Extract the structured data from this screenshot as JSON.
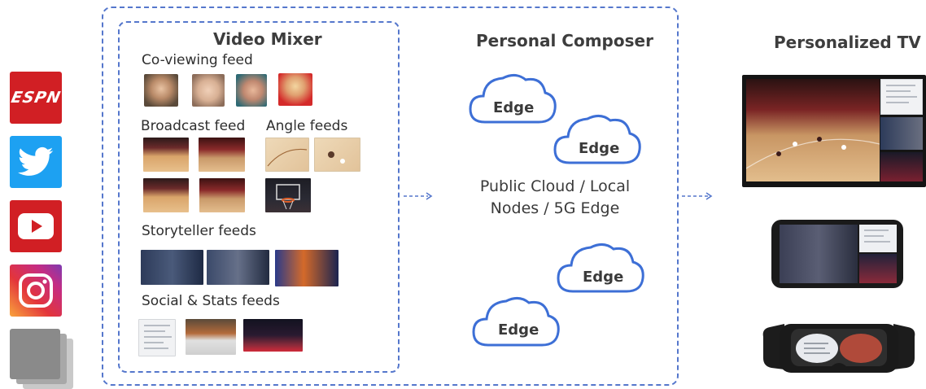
{
  "sources": [
    {
      "name": "ESPN",
      "logo_text": "ESPN",
      "color": "#d11f24"
    },
    {
      "name": "Twitter",
      "icon": "bird-icon",
      "color": "#1da1f2"
    },
    {
      "name": "YouTube",
      "icon": "play-icon",
      "color": "#d11f24"
    },
    {
      "name": "Instagram",
      "icon": "camera-icon",
      "color": "#e3353b"
    },
    {
      "name": "Other",
      "icon": "stacked-layers-icon",
      "color": "#8a8a8a"
    }
  ],
  "video_mixer": {
    "title": "Video Mixer",
    "co_viewing_label": "Co-viewing feed",
    "broadcast_label": "Broadcast feed",
    "angle_label": "Angle  feeds",
    "storyteller_label": "Storyteller feeds",
    "social_label": "Social & Stats feeds"
  },
  "composer": {
    "title": "Personal Composer",
    "edges": [
      "Edge",
      "Edge",
      "Edge",
      "Edge"
    ],
    "caption_line1": "Public Cloud / Local",
    "caption_line2": "Nodes / 5G Edge"
  },
  "output": {
    "title": "Personalized TV",
    "devices": [
      "tv-icon",
      "smartphone-icon",
      "vr-headset-icon"
    ]
  },
  "colors": {
    "dashed_border": "#5577cc",
    "cloud_stroke": "#3d6fd6",
    "arrow": "#5577cc"
  }
}
